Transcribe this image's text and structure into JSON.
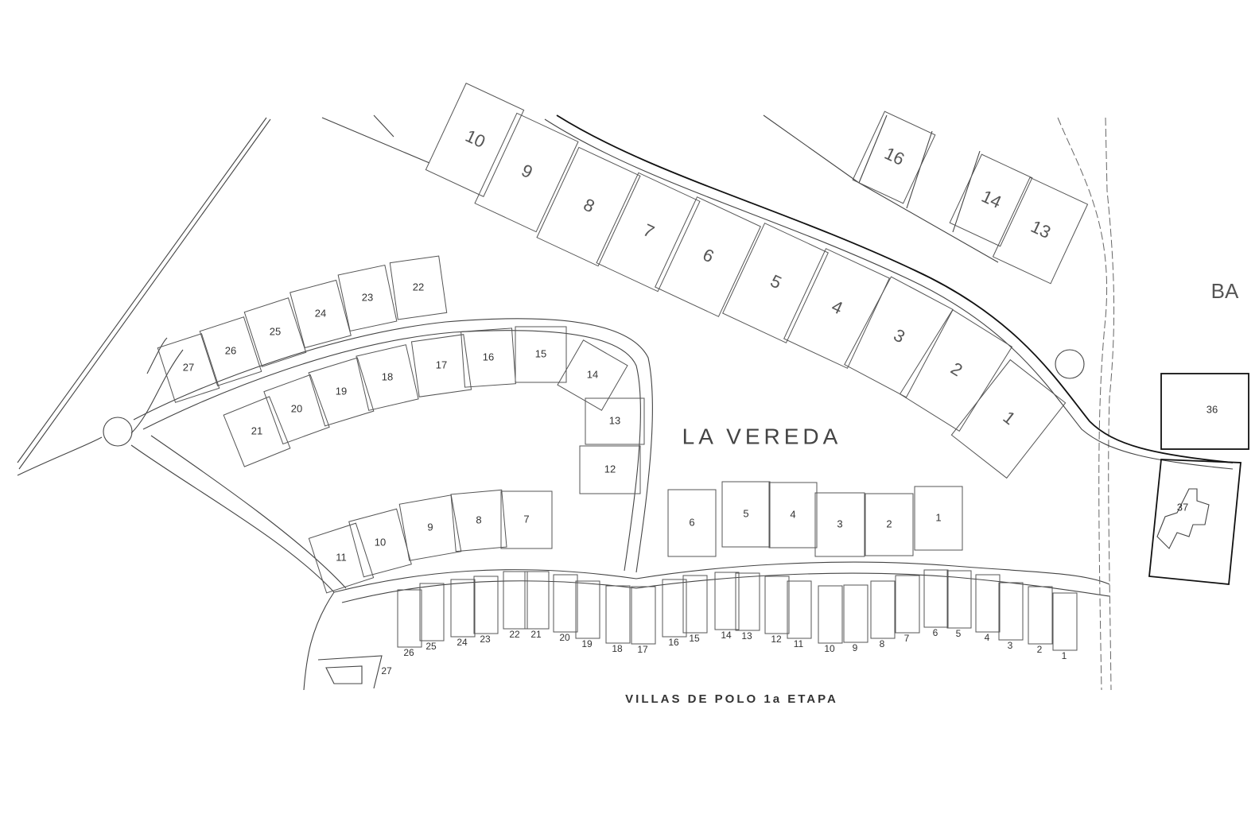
{
  "plan": {
    "area_label": "LA VEREDA",
    "neighbor_label": "BA",
    "bottom_caption": "VILLAS DE POLO 1a ETAPA",
    "lots": {
      "top_row": [
        "10",
        "9",
        "8",
        "7",
        "6",
        "5",
        "4",
        "3",
        "2",
        "1"
      ],
      "upper_right": [
        "16",
        "14",
        "13"
      ],
      "left_upper_row": [
        "27",
        "26",
        "25",
        "24",
        "23",
        "22"
      ],
      "left_middle_row": [
        "21",
        "20",
        "19",
        "18",
        "17",
        "16",
        "15",
        "14",
        "13",
        "12"
      ],
      "left_lower_row": [
        "11",
        "10",
        "9",
        "8",
        "7"
      ],
      "center_row": [
        "6",
        "5",
        "4",
        "3",
        "2",
        "1"
      ],
      "bottom_row": [
        "26",
        "25",
        "24",
        "23",
        "22",
        "21",
        "20",
        "19",
        "18",
        "17",
        "16",
        "15",
        "14",
        "13",
        "12",
        "11",
        "10",
        "9",
        "8",
        "7",
        "6",
        "5",
        "4",
        "3",
        "2",
        "1"
      ],
      "bottom_extra": [
        "27"
      ],
      "far_right": [
        "36",
        "37"
      ]
    }
  }
}
